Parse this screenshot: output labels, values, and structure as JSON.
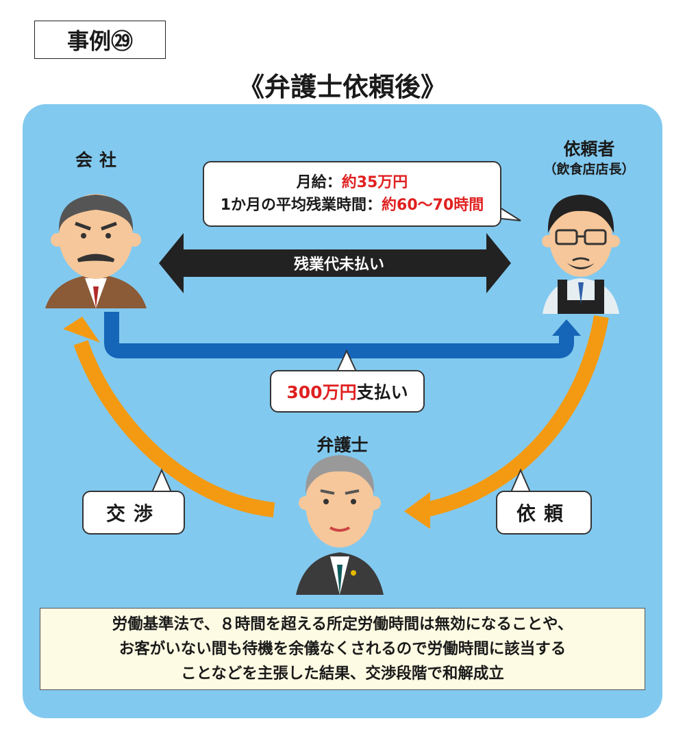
{
  "case_label": "事例㉙",
  "title": "《弁護士依頼後》",
  "company": {
    "label": "会社"
  },
  "client": {
    "label": "依頼者",
    "sub": "（飲食店店長）"
  },
  "lawyer": {
    "label": "弁護士"
  },
  "salary_bubble": {
    "line1_prefix": "月給：",
    "line1_value": "約35万円",
    "line2_prefix": "1か月の平均残業時間：",
    "line2_value": "約60〜70時間"
  },
  "unpaid_arrow": {
    "label": "残業代未払い"
  },
  "payment_bubble": {
    "amount": "300万円",
    "suffix": "支払い"
  },
  "negotiation_bubble": {
    "label": "交渉"
  },
  "request_bubble": {
    "label": "依頼"
  },
  "note": {
    "lines": [
      "労働基準法で、８時間を超える所定労働時間は無効になることや、",
      "お客がいない間も待機を余儀なくされるので労働時間に該当する",
      "ことなどを主張した結果、交渉段階で和解成立"
    ]
  },
  "colors": {
    "panel": "#82c9ef",
    "orange_arrow": "#f39a12",
    "blue_arrow": "#1565b8",
    "highlight_red": "#e02020",
    "note_bg": "#fdfbe3"
  }
}
